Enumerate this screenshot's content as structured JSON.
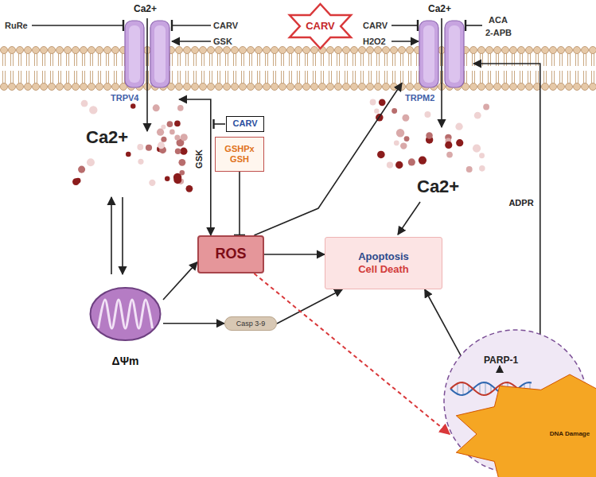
{
  "diagram": {
    "nodes": [
      {
        "text": [
          "CARV"
        ]
      },
      {
        "text": [
          "TRPV4"
        ]
      },
      {
        "text": [
          "TRPM2"
        ]
      },
      {
        "text": [
          "CARV"
        ]
      },
      {
        "text": [
          "GSHPx",
          "GSH"
        ]
      },
      {
        "text": [
          "ROS"
        ]
      },
      {
        "text": [
          "Apoptosis",
          "Cell Death"
        ]
      },
      {
        "text": [
          "ΔΨm"
        ]
      },
      {
        "text": [
          "Casp 3-9"
        ]
      },
      {
        "text": [
          "PARP-1"
        ]
      },
      {
        "text": [
          "DNA Damage"
        ],
        "in": 9
      }
    ],
    "edges": [
      {
        "from": 5,
        "to": 1,
        "label": "GSK",
        "arrow": "both"
      },
      {
        "from": 4,
        "to": 5,
        "arrow": "none"
      },
      {
        "from": 5,
        "to": 6,
        "arrow": "to"
      },
      {
        "from": 5,
        "to": 2,
        "arrow": "to"
      },
      {
        "from": 7,
        "to": 5,
        "arrow": "to"
      },
      {
        "from": 7,
        "to": 8,
        "arrow": "to"
      },
      {
        "from": 8,
        "to": 6,
        "arrow": "to"
      },
      {
        "from": 9,
        "to": 6,
        "arrow": "to"
      },
      {
        "from": 9,
        "to": 2,
        "label": "ADPR",
        "arrow": "to"
      },
      {
        "from": 5,
        "to": 10,
        "arrow": "to"
      }
    ],
    "labels": [
      "Ca2+",
      "RuRe",
      "CARV",
      "GSK",
      "CARV",
      "H2O2",
      "Ca2+",
      "ACA",
      "2-APB",
      "Ca2+",
      "Ca2+"
    ]
  }
}
